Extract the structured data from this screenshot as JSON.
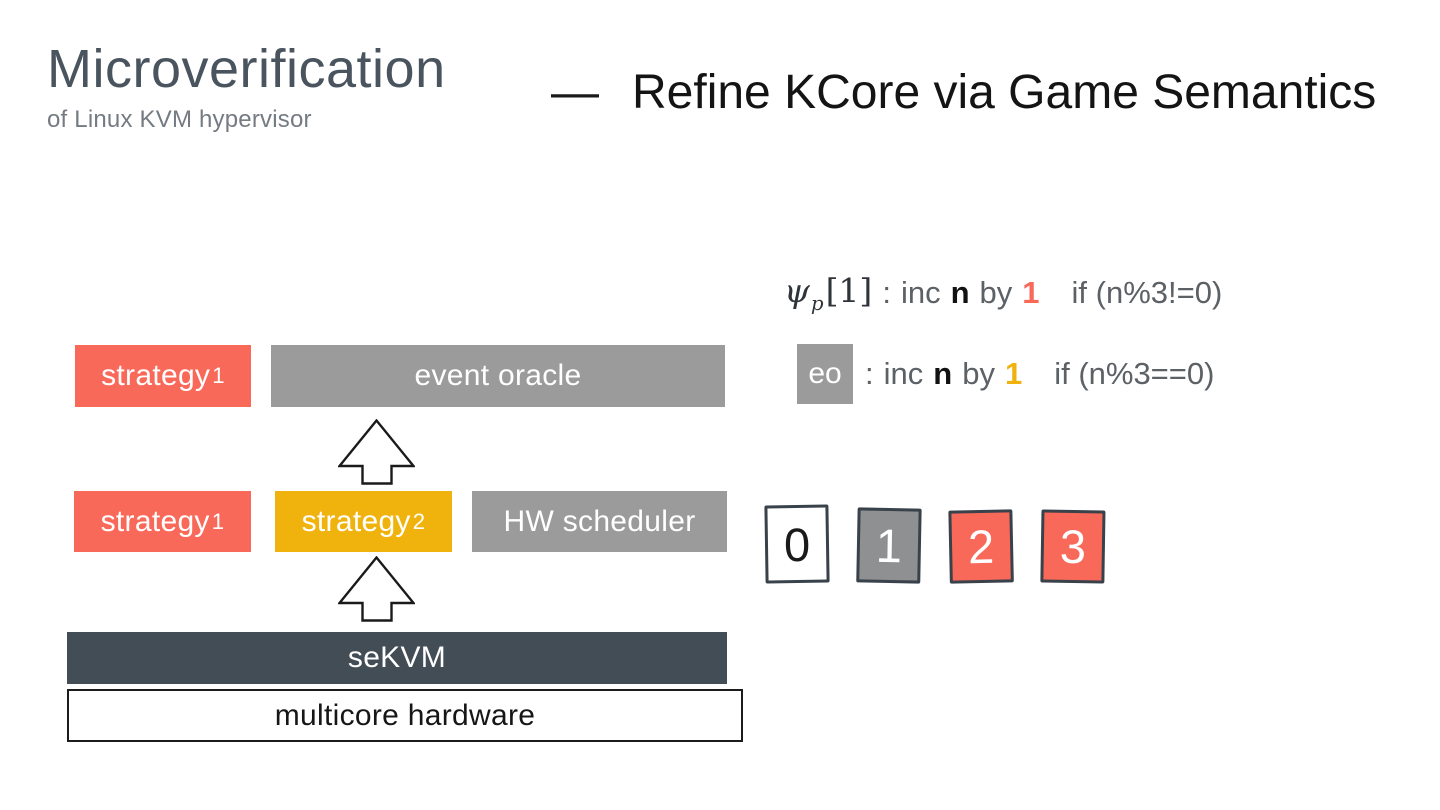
{
  "header": {
    "title": "Microverification",
    "subtitle": "of Linux KVM hypervisor",
    "separator": "—",
    "heading": "Refine KCore via Game Semantics"
  },
  "rules": {
    "psi_rule": {
      "symbol": "ψ",
      "subscript": "p",
      "index": "[1]",
      "colon": ":",
      "inc": "inc",
      "variable": "n",
      "by": "by",
      "amount": "1",
      "amount_color": "#f9695a",
      "condition": "if (n%3!=0)"
    },
    "eo_rule": {
      "box_label": "eo",
      "colon": ":",
      "inc": "inc",
      "variable": "n",
      "by": "by",
      "amount": "1",
      "amount_color": "#f0b30e",
      "condition": "if (n%3==0)"
    }
  },
  "stack": {
    "row1": {
      "strategy1": {
        "label": "strategy",
        "number": "1"
      },
      "event_oracle": {
        "label": "event oracle"
      }
    },
    "row2": {
      "strategy1": {
        "label": "strategy",
        "number": "1"
      },
      "strategy2": {
        "label": "strategy",
        "number": "2"
      },
      "hw_scheduler": {
        "label": "HW scheduler"
      }
    },
    "sekvm": {
      "label": "seKVM"
    },
    "hardware": {
      "label": "multicore hardware"
    }
  },
  "cells": [
    {
      "value": "0",
      "bg": "#ffffff",
      "fg": "#1a1a1a"
    },
    {
      "value": "1",
      "bg": "#8f9091",
      "fg": "#ffffff"
    },
    {
      "value": "2",
      "bg": "#f9695a",
      "fg": "#ffffff"
    },
    {
      "value": "3",
      "bg": "#f9695a",
      "fg": "#ffffff"
    }
  ],
  "colors": {
    "coral": "#f9695a",
    "gold": "#f0b30e",
    "gray_box": "#9b9b9b",
    "dark_slate": "#434d56",
    "title_text": "#4a545e",
    "subtitle_text": "#747b82",
    "formula_text": "#5c6166"
  }
}
